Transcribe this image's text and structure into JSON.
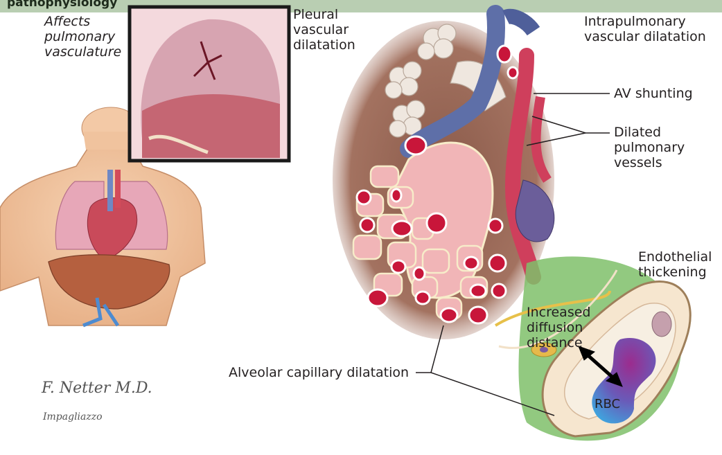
{
  "header": {
    "fragment": "pathophysiology"
  },
  "labels": {
    "affects": "Affects pulmonary vasculature",
    "pleural": "Pleural vascular dilatation",
    "intrapulmonary": "Intrapulmonary vascular dilatation",
    "av_shunting": "AV shunting",
    "dilated_vessels": "Dilated pulmonary vessels",
    "endothelial": "Endothelial thickening",
    "increased_diffusion": "Increased diffusion distance",
    "alveolar_capillary": "Alveolar capillary dilatation",
    "rbc": "RBC"
  },
  "labels_lines": {
    "affects": [
      "Affects",
      "pulmonary",
      "vasculature"
    ],
    "pleural": [
      "Pleural",
      "vascular",
      "dilatation"
    ],
    "intrapulmonary": [
      "Intrapulmonary",
      "vascular dilatation"
    ],
    "dilated_vessels": [
      "Dilated",
      "pulmonary",
      "vessels"
    ],
    "endothelial": [
      "Endothelial",
      "thickening"
    ],
    "increased_diffusion": [
      "Increased",
      "diffusion",
      "distance"
    ]
  },
  "signature": {
    "line1": "F. Netter M.D.",
    "line2": "Impagliazzo"
  },
  "colors": {
    "band": "#b9ceb2",
    "artery_red": "#c8163a",
    "vein_blue": "#5e6fa8",
    "alveolus_pink": "#f1b5b7",
    "lung_pink": "#d98a93",
    "endothelium_green": "#93c47d",
    "rbc_blue": "#3fa4de",
    "rbc_purple": "#9b2c8e"
  }
}
